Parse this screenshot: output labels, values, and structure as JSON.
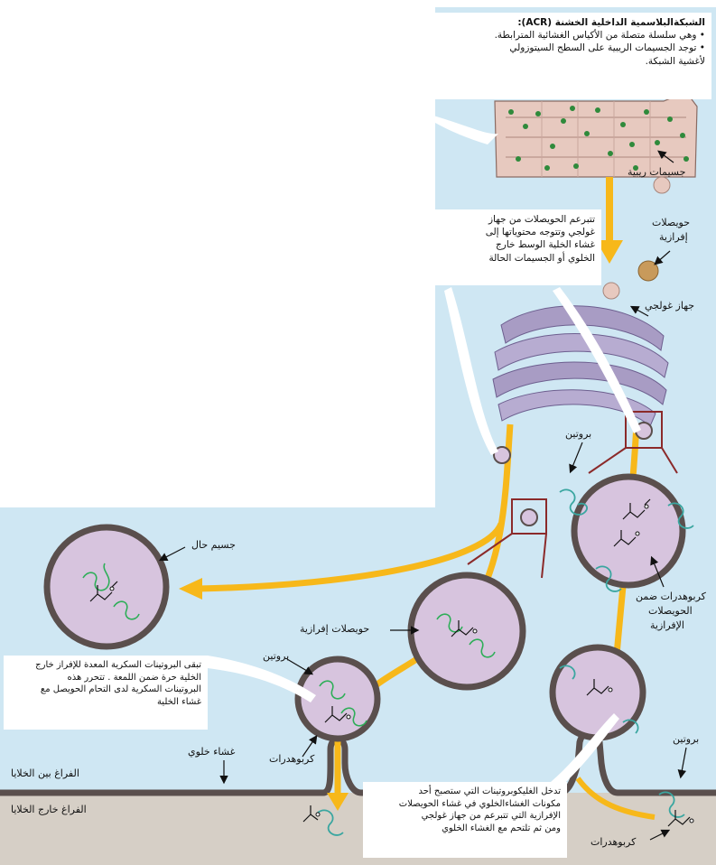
{
  "colors": {
    "cytoplasm": "#cfe7f3",
    "extracellular": "#d6cfc6",
    "membrane": "#5a4f4d",
    "vesicle_fill": "#d7c4de",
    "transport_path": "#f7b81a",
    "er_body": "#e7c9bf",
    "ribosome": "#2f8a3b",
    "golgi": "#a89cc4",
    "protein": "#2eae58",
    "zoom_frame": "#8b2a2a"
  },
  "er_box": {
    "title": "الشبكةالبلاسمية الداخلية الخشنة (ACR):",
    "bullet1": "• وهي سلسلة متصلة من الأكياس الغشائية  المترابطة.",
    "bullet2": "• توجد الجسيمات الريبية على السطح السيتوزولي",
    "bullet3": "لأغشية الشبكة."
  },
  "golgi_box": {
    "line1": "تتبرعم الحويصلات من جهاز",
    "line2": "غولجي وتتوجه محتوياتها إلى",
    "line3": "غشاء الخلية الوسط خارج",
    "line4": "الخلوي أو الجسيمات الحالة"
  },
  "left_box": {
    "line1": "تبقى البروتينات السكرية المعدة للإفراز خارج",
    "line2": "الخلية حرة ضمن اللمعة . تتحرر هذه",
    "line3": "البروتينات السكرية لدى التحام الحويصل مع",
    "line4": "غشاء الخلية"
  },
  "bottom_box": {
    "line1": "تدخل الغليكوبروتينات التي ستصبح أحد",
    "line2": "مكونات الغشاءالخلوي في غشاء الحويصلات",
    "line3": "الإفرازية التي تتبرعم من جهاز غولجي",
    "line4": "ومن ثم تلتحم مع الغشاء الخلوي"
  },
  "labels": {
    "ribosomes": "جسيمات ريبية",
    "secretory_vesicles_top_1": "حويصلات",
    "secretory_vesicles_top_2": "إفرازية",
    "golgi": "جهاز غولجي",
    "protein_top": "بروتين",
    "lysosome": "جسيم حال",
    "carbs_in_vesicles_1": "كربوهدرات ضمن",
    "carbs_in_vesicles_2": "الحويصلات",
    "carbs_in_vesicles_3": "الإفرازية",
    "secretory_vesicles_mid": "حويصلات إفرازية",
    "protein_left": "بروتين",
    "carbohydrates_left": "كربوهدرات",
    "cell_membrane": "غشاء خلوي",
    "protein_right": "بروتين",
    "carbohydrates_bottom": "كربوهدرات"
  },
  "regions": {
    "intercellular": "الفراغ بين الخلايا",
    "extracellular": "الفراغ خارج الخلايا"
  }
}
